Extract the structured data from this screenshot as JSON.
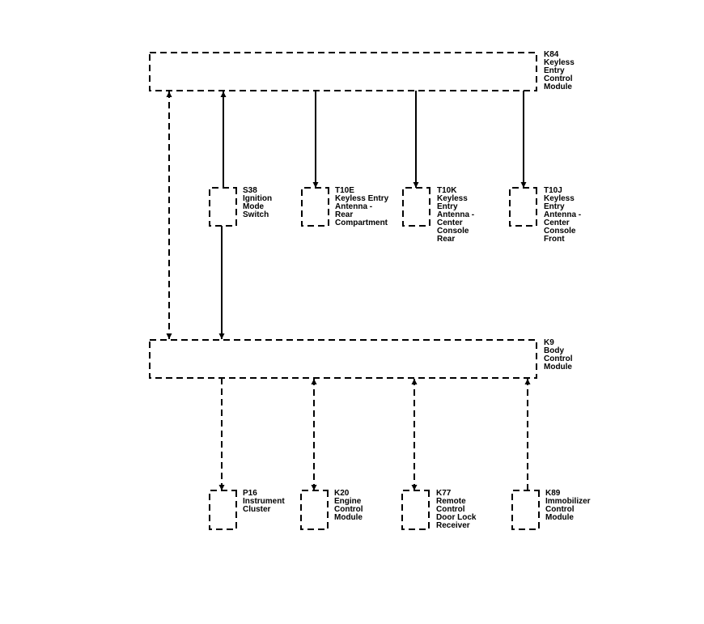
{
  "modules": {
    "k84": {
      "code": "K84",
      "lines": [
        "Keyless",
        "Entry",
        "Control",
        "Module"
      ]
    },
    "k9": {
      "code": "K9",
      "lines": [
        "Body",
        "Control",
        "Module"
      ]
    },
    "s38": {
      "code": "S38",
      "lines": [
        "Ignition",
        "Mode",
        "Switch"
      ]
    },
    "t10e": {
      "code": "T10E",
      "lines": [
        "Keyless Entry",
        "Antenna -",
        "Rear",
        "Compartment"
      ]
    },
    "t10k": {
      "code": "T10K",
      "lines": [
        "Keyless",
        "Entry",
        "Antenna -",
        "Center",
        "Console",
        "Rear"
      ]
    },
    "t10j": {
      "code": "T10J",
      "lines": [
        "Keyless",
        "Entry",
        "Antenna -",
        "Center",
        "Console",
        "Front"
      ]
    },
    "p16": {
      "code": "P16",
      "lines": [
        "Instrument",
        "Cluster"
      ]
    },
    "k20": {
      "code": "K20",
      "lines": [
        "Engine",
        "Control",
        "Module"
      ]
    },
    "k77": {
      "code": "K77",
      "lines": [
        "Remote",
        "Control",
        "Door Lock",
        "Receiver"
      ]
    },
    "k89": {
      "code": "K89",
      "lines": [
        "Immobilizer",
        "Control",
        "Module"
      ]
    }
  },
  "connections": [
    {
      "from": "k84",
      "to": "k9",
      "style": "dashed",
      "direction": "both"
    },
    {
      "from": "s38",
      "to": "k84",
      "style": "solid",
      "direction": "to"
    },
    {
      "from": "k84",
      "to": "t10e",
      "style": "solid",
      "direction": "to"
    },
    {
      "from": "k84",
      "to": "t10k",
      "style": "solid",
      "direction": "to"
    },
    {
      "from": "k84",
      "to": "t10j",
      "style": "solid",
      "direction": "to"
    },
    {
      "from": "s38",
      "to": "k9",
      "style": "solid",
      "direction": "to"
    },
    {
      "from": "k9",
      "to": "p16",
      "style": "dashed",
      "direction": "to"
    },
    {
      "from": "k9",
      "to": "k20",
      "style": "dashed",
      "direction": "both"
    },
    {
      "from": "k9",
      "to": "k77",
      "style": "dashed",
      "direction": "both"
    },
    {
      "from": "k89",
      "to": "k9",
      "style": "dashed",
      "direction": "to"
    }
  ],
  "colors": {
    "line": "#000000",
    "background": "#ffffff"
  }
}
